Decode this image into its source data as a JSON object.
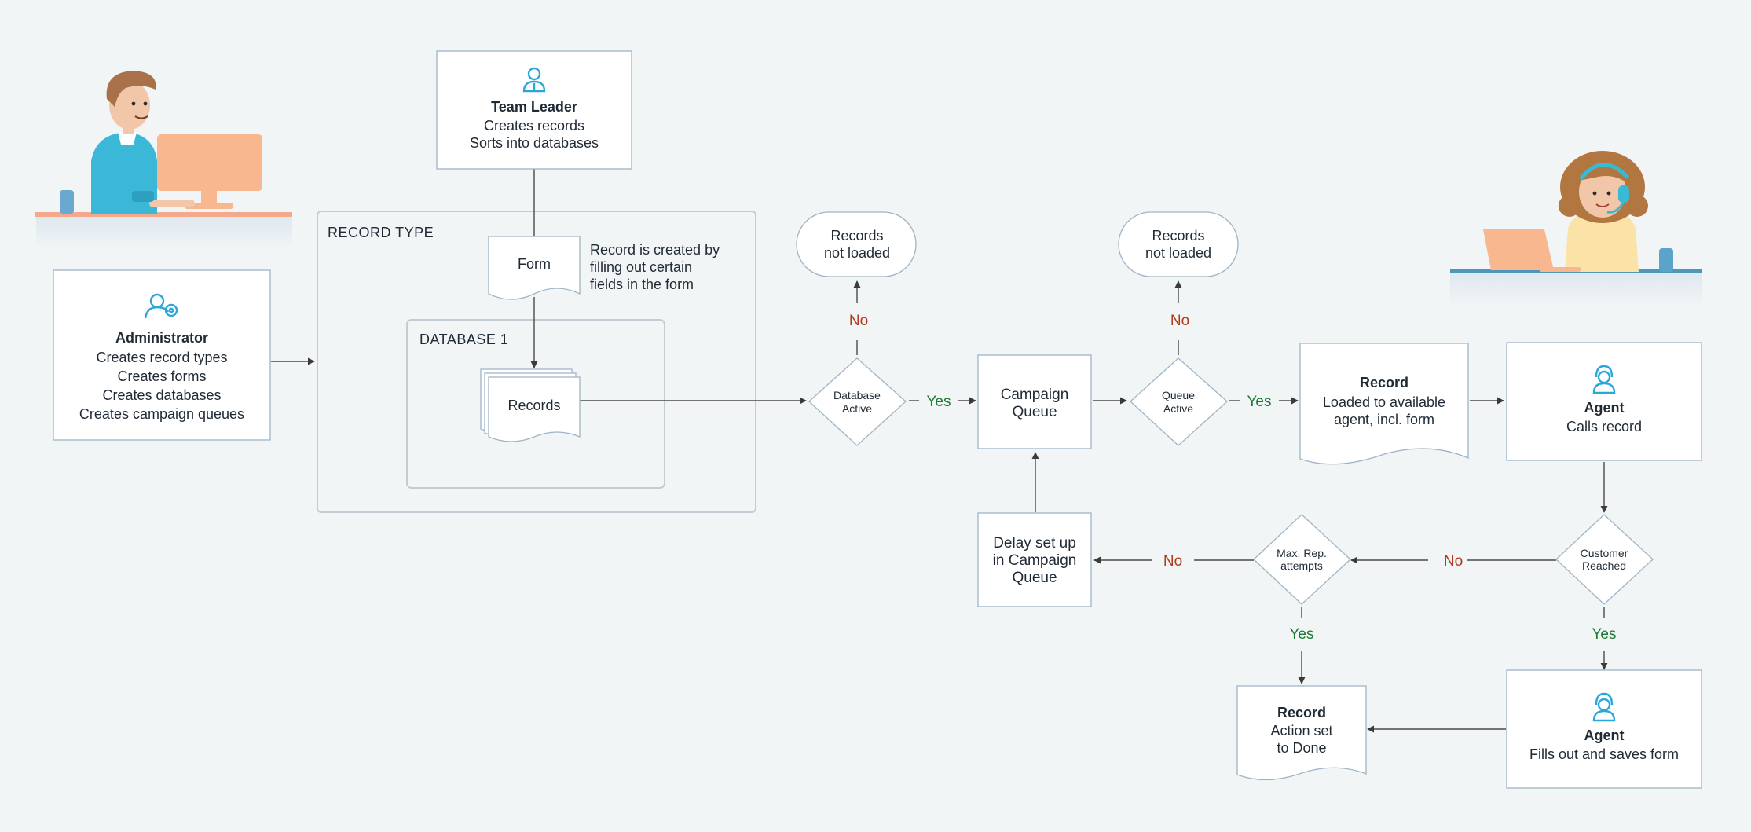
{
  "administrator": {
    "title": "Administrator",
    "lines": [
      "Creates record types",
      "Creates forms",
      "Creates databases",
      "Creates campaign queues"
    ]
  },
  "team_leader": {
    "title": "Team Leader",
    "lines": [
      "Creates records",
      "Sorts into databases"
    ]
  },
  "record_type": {
    "label": "RECORD TYPE",
    "form_label": "Form",
    "note_lines": [
      "Record is created by",
      "filling out certain",
      "fields in the form"
    ]
  },
  "database": {
    "label": "DATABASE 1",
    "records_label": "Records"
  },
  "decisions": {
    "database_active": [
      "Database",
      "Active"
    ],
    "queue_active": [
      "Queue",
      "Active"
    ],
    "customer_reached": [
      "Customer",
      "Reached"
    ],
    "max_attempts": [
      "Max. Rep.",
      "attempts"
    ]
  },
  "not_loaded": [
    "Records",
    "not loaded"
  ],
  "campaign_queue": [
    "Campaign",
    "Queue"
  ],
  "record_loaded": {
    "title": "Record",
    "lines": [
      "Loaded to available",
      "agent, incl. form"
    ]
  },
  "agent_calls": {
    "title": "Agent",
    "lines": [
      "Calls record"
    ]
  },
  "agent_fills": {
    "title": "Agent",
    "lines": [
      "Fills out and saves form"
    ]
  },
  "record_done": {
    "title": "Record",
    "lines": [
      "Action set",
      "to Done"
    ]
  },
  "delay": [
    "Delay set up",
    "in Campaign",
    "Queue"
  ],
  "labels": {
    "yes": "Yes",
    "no": "No"
  },
  "icons": {
    "team_leader": "person-icon",
    "administrator": "user-gear-icon",
    "agent": "headset-agent-icon"
  },
  "colors": {
    "icon": "#2aa7d8",
    "yes": "#1c7a34",
    "no": "#b23a1a",
    "background": "#f1f5f6"
  }
}
